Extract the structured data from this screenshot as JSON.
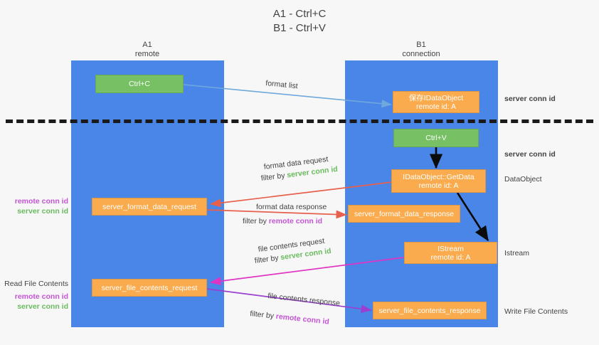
{
  "title": "A1 - Ctrl+C\nB1 - Ctrl+V",
  "lanes": [
    {
      "name": "lane-a",
      "title": "A1",
      "sub": "remote"
    },
    {
      "name": "lane-b",
      "title": "B1",
      "sub": "connection"
    }
  ],
  "nodes": {
    "ctrl_c": {
      "line1": "Ctrl+C",
      "line2": "",
      "color": "#77c064"
    },
    "save_dataobj": {
      "line1": "保存IDataObject",
      "line2": "remote id: A",
      "color": "#f9ab4e"
    },
    "ctrl_v": {
      "line1": "Ctrl+V",
      "line2": "",
      "color": "#77c064"
    },
    "getdata": {
      "line1": "IDataObject::GetData",
      "line2": "remote id: A",
      "color": "#f9ab4e"
    },
    "fmt_req": {
      "line1": "server_format_data_request",
      "line2": "",
      "color": "#f9ab4e"
    },
    "fmt_resp": {
      "line1": "server_format_data_response",
      "line2": "",
      "color": "#f9ab4e"
    },
    "istream": {
      "line1": "IStream",
      "line2": "remote id: A",
      "color": "#f9ab4e"
    },
    "file_req": {
      "line1": "server_file_contents_request",
      "line2": "",
      "color": "#f9ab4e"
    },
    "file_resp": {
      "line1": "server_file_contents_response",
      "line2": "",
      "color": "#f9ab4e"
    }
  },
  "edge_labels": {
    "format_list": "format list",
    "fmt_data_request": "format data request",
    "fmt_data_request_filter_pre": "filter by ",
    "fmt_data_request_filter_key": "server conn id",
    "fmt_data_response": "format data response",
    "fmt_data_response_filter_pre": "filter by ",
    "fmt_data_response_filter_key": "remote conn id",
    "file_contents_request": "file contents request",
    "file_contents_request_filter_pre": "filter by ",
    "file_contents_request_filter_key": "server conn id",
    "file_contents_response": "file contents response",
    "file_contents_response_filter_pre": "filter by ",
    "file_contents_response_filter_key": "remote conn id"
  },
  "side_labels": {
    "server_conn_top": "server conn id",
    "server_conn_mid": "server conn id",
    "dataobject": "DataObject",
    "istream": "Istream",
    "write_file_contents": "Write File Contents",
    "read_file_contents": "Read File Contents",
    "left_mid_remote": "remote conn id",
    "left_mid_server": "server conn id",
    "left_bot_remote": "remote conn id",
    "left_bot_server": "server conn id"
  },
  "colors": {
    "lane": "#4a86e8",
    "node_green": "#77c064",
    "node_orange": "#f9ab4e",
    "server_key": "#69bb5e",
    "remote_key": "#c455d4",
    "arrow_blue": "#6fa8dc",
    "arrow_red": "#e8604c",
    "arrow_magenta": "#e134c4",
    "arrow_purple": "#9a3fd0",
    "arrow_dark": "#0b0b0b",
    "divider": "#1a1a1a",
    "background": "#f7f7f7"
  }
}
